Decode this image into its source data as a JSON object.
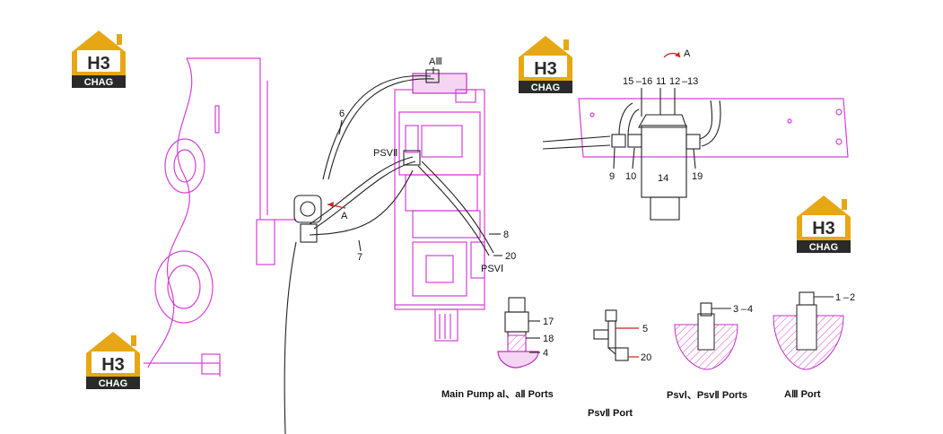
{
  "logo": {
    "mark": "H3",
    "brand": "CHAG",
    "colors": {
      "gold": "#e7a715",
      "dark": "#2a2a2a"
    }
  },
  "main_labels": {
    "a3": "AⅢ",
    "n6": "6",
    "psv2": "PSVⅡ",
    "a_left": "A",
    "n8": "8",
    "n20": "20",
    "psv1": "PSVⅠ",
    "n7": "7"
  },
  "detail_a": {
    "title": "A",
    "n15_16": "15",
    "dash_15_16": "16",
    "n11": "11",
    "n12_13": "12",
    "dash_12_13": "13",
    "n9": "9",
    "n10": "10",
    "n14": "14",
    "n19": "19"
  },
  "port_labels": {
    "n17": "17",
    "n18": "18",
    "n4": "4",
    "n5": "5",
    "n20b": "20",
    "n3_4a": "3",
    "n3_4b": "4",
    "n1_2a": "1",
    "n1_2b": "2"
  },
  "captions": {
    "main_pump": "Main Pump aⅠ、aⅡ Ports",
    "psv2_port": "PsvⅡ Port",
    "psv12_ports": "PsvⅠ、PsvⅡ Ports",
    "a3_port": "AⅢ Port"
  }
}
